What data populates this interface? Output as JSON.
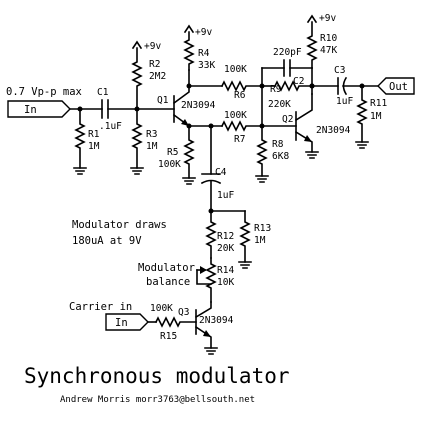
{
  "title": "Synchronous modulator",
  "credit": "Andrew Morris  morr3763@bellsouth.net",
  "notes": {
    "input_level": "0.7 Vp-p max",
    "modulator_draws_1": "Modulator draws",
    "modulator_draws_2": "180uA at 9V",
    "modulator_balance_1": "Modulator",
    "modulator_balance_2": "balance",
    "carrier_in": "Carrier in"
  },
  "ports": {
    "in_signal": "In",
    "out": "Out",
    "in_carrier": "In"
  },
  "supplies": {
    "r2": "+9v",
    "r4": "+9v",
    "r10": "+9v"
  },
  "components": {
    "c1": {
      "ref": "C1",
      "value": ".1uF"
    },
    "r1": {
      "ref": "R1",
      "value": "1M"
    },
    "r2": {
      "ref": "R2",
      "value": "2M2"
    },
    "r3": {
      "ref": "R3",
      "value": "1M"
    },
    "q1": {
      "ref": "Q1",
      "value": "2N3094"
    },
    "r4": {
      "ref": "R4",
      "value": "33K"
    },
    "r5": {
      "ref": "R5",
      "value": "100K"
    },
    "r6": {
      "ref": "R6",
      "value": "100K"
    },
    "r7": {
      "ref": "R7",
      "value": "100K"
    },
    "c2": {
      "ref": "C2",
      "value": "220pF"
    },
    "r9": {
      "ref": "R9",
      "value": "220K"
    },
    "r8": {
      "ref": "R8",
      "value": "6K8"
    },
    "q2": {
      "ref": "Q2",
      "value": "2N3094"
    },
    "r10": {
      "ref": "R10",
      "value": "47K"
    },
    "c3": {
      "ref": "C3",
      "value": "1uF"
    },
    "r11": {
      "ref": "R11",
      "value": "1M"
    },
    "c4": {
      "ref": "C4",
      "value": "1uF"
    },
    "r12": {
      "ref": "R12",
      "value": "20K"
    },
    "r13": {
      "ref": "R13",
      "value": "1M"
    },
    "r14": {
      "ref": "R14",
      "value": "10K"
    },
    "r15": {
      "ref": "R15",
      "value": "100K"
    },
    "q3": {
      "ref": "Q3",
      "value": "2N3094"
    }
  }
}
